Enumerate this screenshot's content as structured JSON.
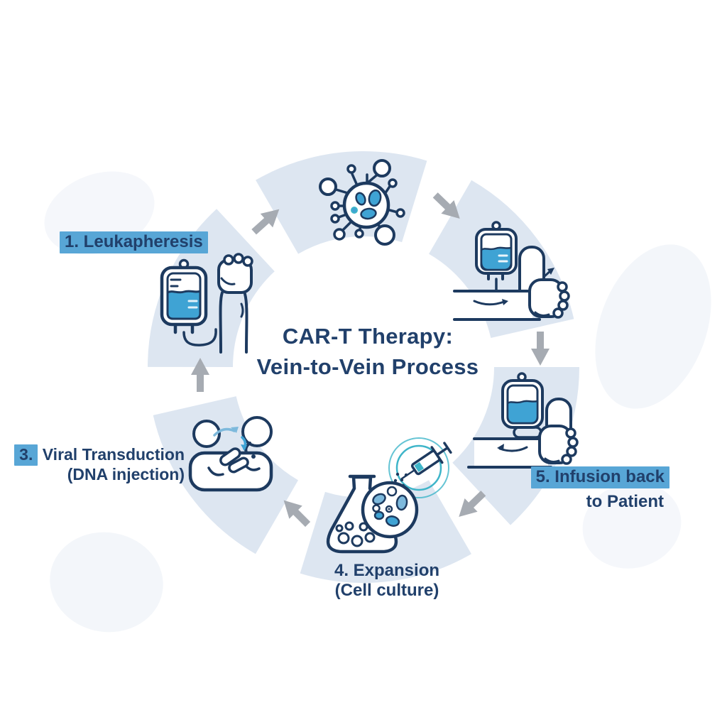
{
  "title": {
    "line1": "CAR-T Therapy:",
    "line2": "Vein-to-Vein Process"
  },
  "steps": {
    "step1": {
      "label": "1. Leukapheresis",
      "highlighted": true
    },
    "step3": {
      "number": "3.",
      "label": "Viral Transduction",
      "sublabel": "(DNA injection)",
      "number_highlighted": true
    },
    "step4": {
      "label": "4. Expansion",
      "sublabel": "(Cell culture)",
      "highlighted": false
    },
    "step5": {
      "label": "5. Infusion back",
      "sublabel": "to Patient",
      "label_highlighted": true
    }
  },
  "icons": {
    "top_center": "t-cell-icon",
    "upper_left": "blood-bag-raised-arm-icon",
    "upper_right": "apheresis-bag-arm-icon",
    "middle_right": "infusion-bag-arm-icon",
    "bottom_center": "flask-cell-culture-icon",
    "bottom_overlay": "syringe-icon",
    "lower_left": "viral-transduction-cell-icon",
    "flow": "gray-flow-arrows-clockwise"
  },
  "colors": {
    "navy": "#1d3a5f",
    "text-navy": "#21406b",
    "blue": "#3fa3d4",
    "light-blue": "#7db9dc",
    "teal": "#3eb5c9",
    "ring": "#dde6f1",
    "arrow": "#a6abb2",
    "highlight": "#58a6d6"
  }
}
